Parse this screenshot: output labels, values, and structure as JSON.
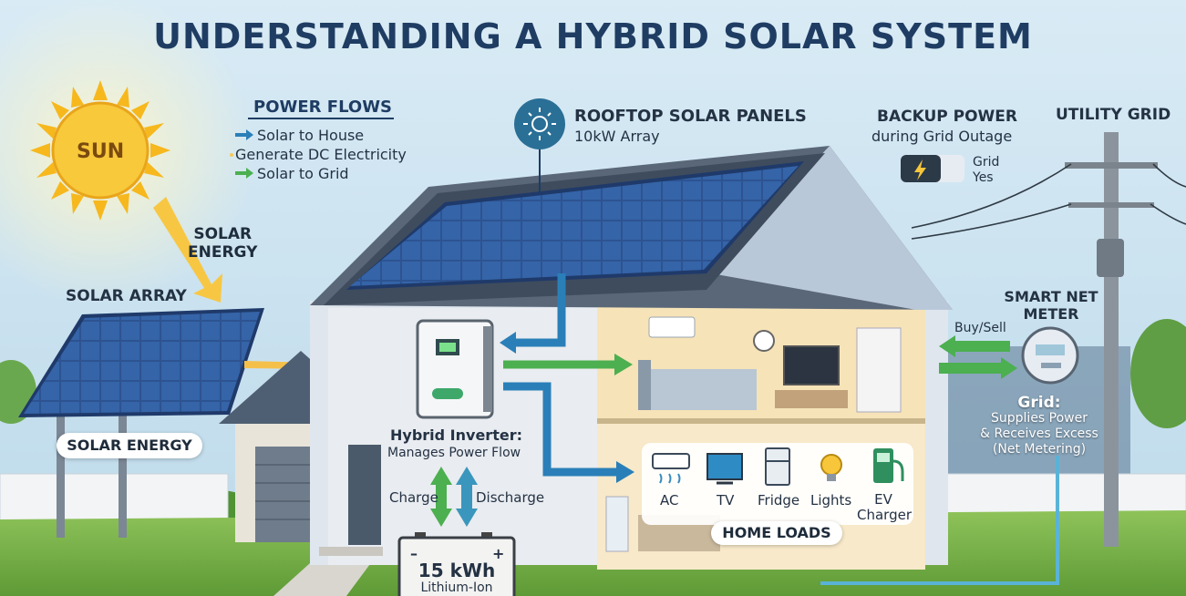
{
  "title": "UNDERSTANDING A HYBRID SOLAR SYSTEM",
  "sun": {
    "label": "SUN"
  },
  "solar_energy_arrow": {
    "line1": "SOLAR",
    "line2": "ENERGY"
  },
  "power_flows": {
    "heading": "POWER FLOWS",
    "items": [
      {
        "text": "Solar to House",
        "marker": "blue-arrow-icon"
      },
      {
        "text": "Generate DC Electricity",
        "marker": "dot"
      },
      {
        "text": "Solar to Grid",
        "marker": "green-arrow-icon"
      }
    ]
  },
  "rooftop": {
    "title": "ROOFTOP SOLAR PANELS",
    "subtitle": "10kW Array"
  },
  "backup": {
    "title": "BACKUP POWER",
    "subtitle": "during Grid Outage",
    "grid_label": "Grid",
    "grid_value": "Yes"
  },
  "utility": {
    "title": "UTILITY GRID"
  },
  "solar_array": {
    "title": "SOLAR ARRAY",
    "badge": "SOLAR ENERGY"
  },
  "inverter": {
    "title": "Hybrid Inverter:",
    "subtitle": "Manages Power Flow"
  },
  "battery_flow": {
    "charge": "Charge",
    "discharge": "Discharge"
  },
  "battery": {
    "capacity": "15 kWh",
    "type": "Lithium-Ion",
    "minus": "–",
    "plus": "+"
  },
  "meter": {
    "title_line1": "SMART NET",
    "title_line2": "METER",
    "buy_sell": "Buy/Sell"
  },
  "grid_note": {
    "title": "Grid:",
    "line1": "Supplies Power",
    "line2": "& Receives Excess",
    "line3": "(Net Metering)"
  },
  "home_loads": {
    "title": "HOME LOADS",
    "items": [
      {
        "label": "AC",
        "icon": "ac-icon"
      },
      {
        "label": "TV",
        "icon": "tv-icon"
      },
      {
        "label": "Fridge",
        "icon": "fridge-icon"
      },
      {
        "label": "Lights",
        "icon": "lightbulb-icon"
      },
      {
        "label": "EV",
        "label2": "Charger",
        "icon": "ev-charger-icon"
      }
    ]
  },
  "colors": {
    "title": "#1f3d63",
    "solar_blue": "#2a7fb8",
    "flow_green": "#4caf50",
    "sun": "#f6b81d",
    "panel": "#2b4f8c"
  }
}
